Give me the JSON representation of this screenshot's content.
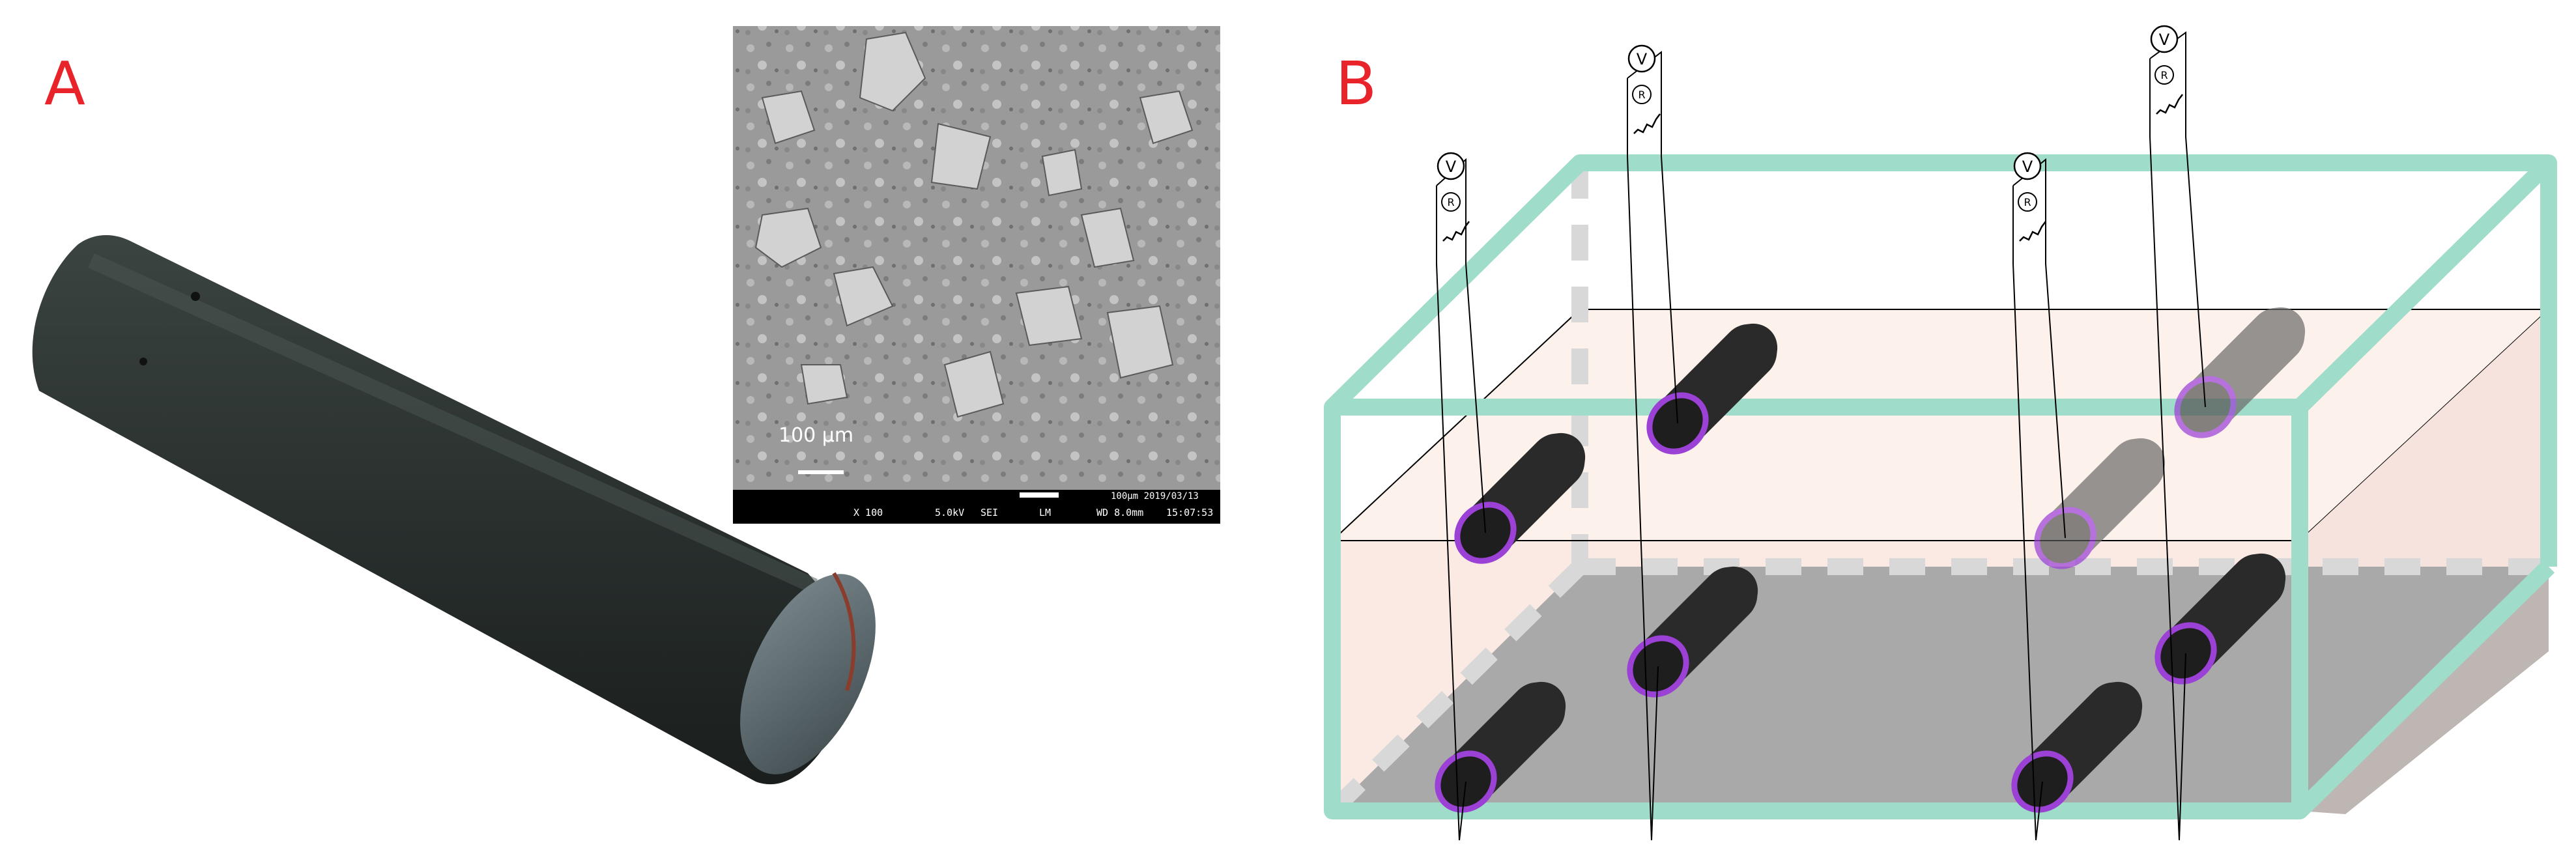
{
  "panel_a": {
    "label": "A",
    "sem": {
      "scale_label": "100 μm",
      "info_bar": {
        "magnification": "X 100",
        "voltage": "5.0kV",
        "detector": "SEI",
        "mode": "LM",
        "working_distance": "WD 8.0mm",
        "scale_date": "100μm 2019/03/13",
        "time": "15:07:53"
      }
    }
  },
  "panel_b": {
    "label": "B",
    "voltmeter_symbol": "V",
    "resistor_symbol": "R"
  },
  "colors": {
    "panel_label": "#e8242a",
    "tank_frame": "#9fdcc9",
    "electrode_ring": "#9b41d6",
    "sediment": "#a9a9a9",
    "water": "#fbece6"
  }
}
